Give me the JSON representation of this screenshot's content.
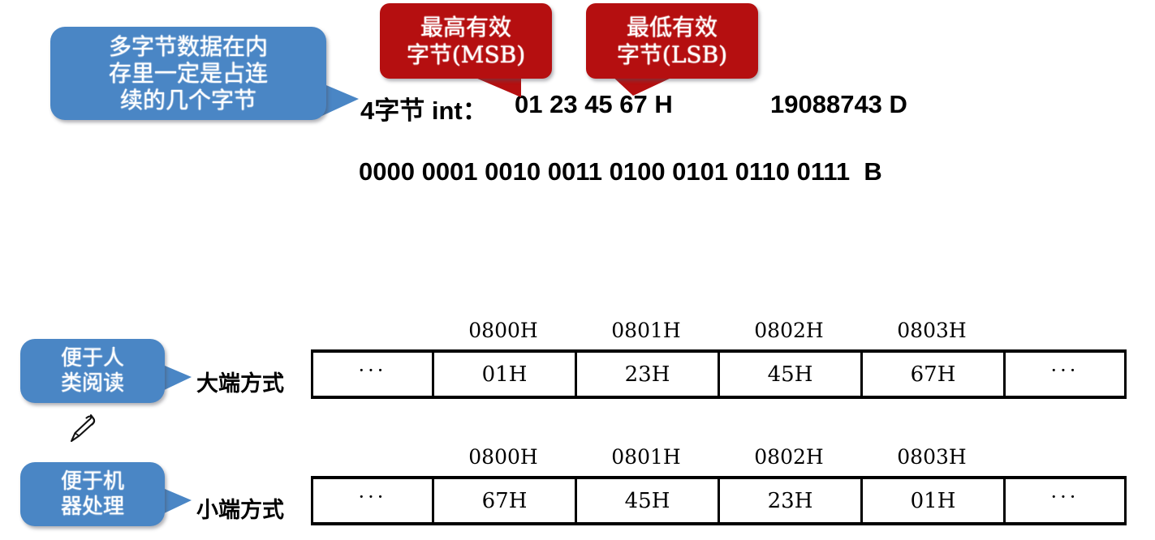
{
  "callouts": {
    "memory_note": {
      "lines": [
        "多字节数据在内",
        "存里一定是占连",
        "续的几个字节"
      ],
      "color": "#4a86c5"
    },
    "msb": {
      "lines": [
        "最高有效",
        "字节(MSB)"
      ],
      "color": "#b50f10"
    },
    "lsb": {
      "lines": [
        "最低有效",
        "字节(LSB)"
      ],
      "color": "#b50f10"
    },
    "human_readable": {
      "lines": [
        "便于人",
        "类阅读"
      ],
      "color": "#4a86c5"
    },
    "machine_friendly": {
      "lines": [
        "便于机",
        "器处理"
      ],
      "color": "#4a86c5"
    }
  },
  "value_lines": {
    "int_label": "4字节 int：",
    "int_hex": "01 23 45 67 H",
    "int_dec": "19088743 D",
    "int_binary": "0000 0001 0010 0011 0100 0101 0110 0111  B"
  },
  "endianness": {
    "big": {
      "label": "大端方式",
      "addresses": [
        "0800H",
        "0801H",
        "0802H",
        "0803H"
      ],
      "cells": [
        "···",
        "01H",
        "23H",
        "45H",
        "67H",
        "···"
      ]
    },
    "little": {
      "label": "小端方式",
      "addresses": [
        "0800H",
        "0801H",
        "0802H",
        "0803H"
      ],
      "cells": [
        "···",
        "67H",
        "45H",
        "23H",
        "01H",
        "···"
      ]
    }
  },
  "cursor": {
    "icon": "pen-cursor-icon"
  }
}
